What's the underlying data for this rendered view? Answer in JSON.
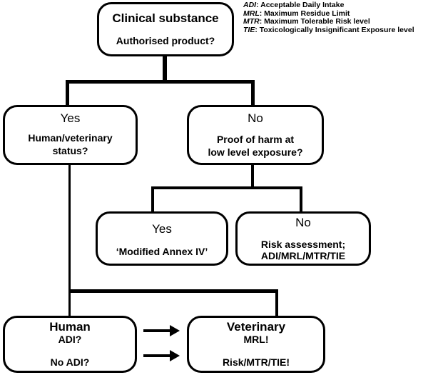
{
  "legend": [
    {
      "abbr": "ADI",
      "text": ": Acceptable Daily Intake"
    },
    {
      "abbr": "MRL",
      "text": ": Maximum Residue Limit"
    },
    {
      "abbr": "MTR",
      "text": ": Maximum Tolerable Risk level"
    },
    {
      "abbr": "TIE",
      "text": ": Toxicologically Insignificant Exposure level"
    }
  ],
  "nodes": {
    "root": {
      "title": "Clinical substance",
      "question": "Authorised product?"
    },
    "yes1": {
      "title": "Yes",
      "line1": "Human/veterinary",
      "line2": "status?"
    },
    "no1": {
      "title": "No",
      "line1": "Proof of harm at",
      "line2": "low level exposure?"
    },
    "yes2": {
      "title": "Yes",
      "text": "‘Modified Annex IV’"
    },
    "no2": {
      "title": "No",
      "line1": "Risk assessment;",
      "line2": "ADI/MRL/MTR/TIE"
    },
    "human": {
      "title": "Human",
      "line1": "ADI?",
      "line2": "No ADI?"
    },
    "vet": {
      "title": "Veterinary",
      "line1": "MRL!",
      "line2": "Risk/MTR/TIE!"
    }
  }
}
